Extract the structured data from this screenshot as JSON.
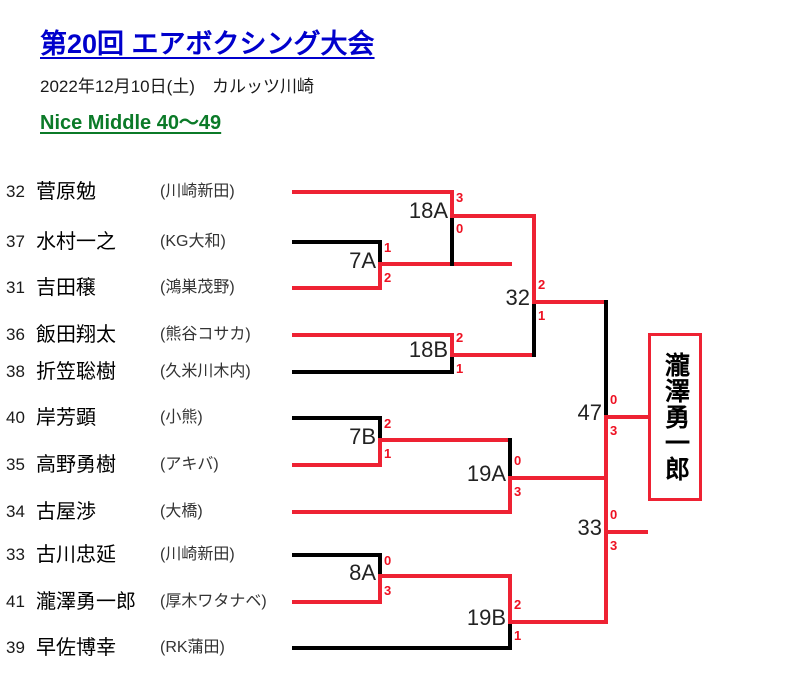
{
  "header": {
    "title": "第20回 エアボクシング大会",
    "subtitle": "2022年12月10日(土)　カルッツ川崎",
    "category": "Nice Middle 40〜49",
    "title_color": "#0000cc",
    "category_color": "#0b7a28"
  },
  "colors": {
    "winner_line": "#ee2233",
    "loser_line": "#000000",
    "score_text": "#ee1122"
  },
  "entrants": [
    {
      "seed": "32",
      "name": "菅原勉",
      "club": "(川崎新田)",
      "line": "red"
    },
    {
      "seed": "37",
      "name": "水村一之",
      "club": "(KG大和)",
      "line": "black"
    },
    {
      "seed": "31",
      "name": "吉田穣",
      "club": "(鴻巣茂野)",
      "line": "red"
    },
    {
      "seed": "36",
      "name": "飯田翔太",
      "club": "(熊谷コサカ)",
      "line": "red"
    },
    {
      "seed": "38",
      "name": "折笠聡樹",
      "club": "(久米川木内)",
      "line": "black"
    },
    {
      "seed": "40",
      "name": "岸芳顕",
      "club": "(小熊)",
      "line": "black"
    },
    {
      "seed": "35",
      "name": "高野勇樹",
      "club": "(アキバ)",
      "line": "red"
    },
    {
      "seed": "34",
      "name": "古屋渉",
      "club": "(大橋)",
      "line": "red"
    },
    {
      "seed": "33",
      "name": "古川忠延",
      "club": "(川崎新田)",
      "line": "black"
    },
    {
      "seed": "41",
      "name": "瀧澤勇一郎",
      "club": "(厚木ワタナベ)",
      "line": "red"
    },
    {
      "seed": "39",
      "name": "早佐博幸",
      "club": "(RK蒲田)",
      "line": "black"
    }
  ],
  "matches": [
    {
      "id": "7A",
      "label": "7A",
      "top_score": "1",
      "bottom_score": "2",
      "winner": "bottom"
    },
    {
      "id": "18A",
      "label": "18A",
      "top_score": "3",
      "bottom_score": "0",
      "winner": "top"
    },
    {
      "id": "18B",
      "label": "18B",
      "top_score": "2",
      "bottom_score": "1",
      "winner": "top"
    },
    {
      "id": "32",
      "label": "32",
      "top_score": "2",
      "bottom_score": "1",
      "winner": "top"
    },
    {
      "id": "7B",
      "label": "7B",
      "top_score": "2",
      "bottom_score": "1",
      "winner": "top"
    },
    {
      "id": "19A",
      "label": "19A",
      "top_score": "0",
      "bottom_score": "3",
      "winner": "bottom"
    },
    {
      "id": "8A",
      "label": "8A",
      "top_score": "0",
      "bottom_score": "3",
      "winner": "bottom"
    },
    {
      "id": "19B",
      "label": "19B",
      "top_score": "2",
      "bottom_score": "1",
      "winner": "top"
    },
    {
      "id": "33",
      "label": "33",
      "top_score": "0",
      "bottom_score": "3",
      "winner": "bottom"
    },
    {
      "id": "47",
      "label": "47",
      "top_score": "0",
      "bottom_score": "3",
      "winner": "bottom"
    }
  ],
  "champion": {
    "name": "瀧澤勇一郎"
  }
}
